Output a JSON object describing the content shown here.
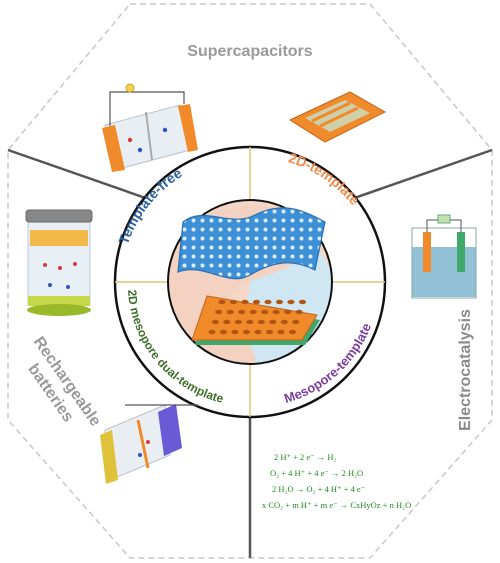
{
  "sectors": {
    "top": "Supercapacitors",
    "right": "Electrocatalysis",
    "left_line1": "Rechargeable",
    "left_line2": "batteries"
  },
  "ring": {
    "template_free": "Template-free",
    "template_2d": "2D-template",
    "mesopore_template": "Mesopore-template",
    "dual_template": "2D mesopore dual-template"
  },
  "equations": [
    "2 H⁺ + 2 e⁻ → H₂",
    "O₂ + 4 H⁺ + 4 e⁻ → 2 H₂O",
    "2 H₂O → O₂ + 4 H⁺ + 4 e⁻",
    "x CO₂ + m H⁺ + m e⁻ → CxHyOz + n H₂O"
  ],
  "colors": {
    "supercapacitors": "#9a9a9a",
    "electrocatalysis": "#8a8a8a",
    "batteries": "#9a9a9a",
    "template_free": "#2c5f9e",
    "template_2d": "#ef8a4a",
    "mesopore_template": "#7a3f9e",
    "dual_template": "#3f6f2a",
    "equations": "#1f8a1f"
  }
}
